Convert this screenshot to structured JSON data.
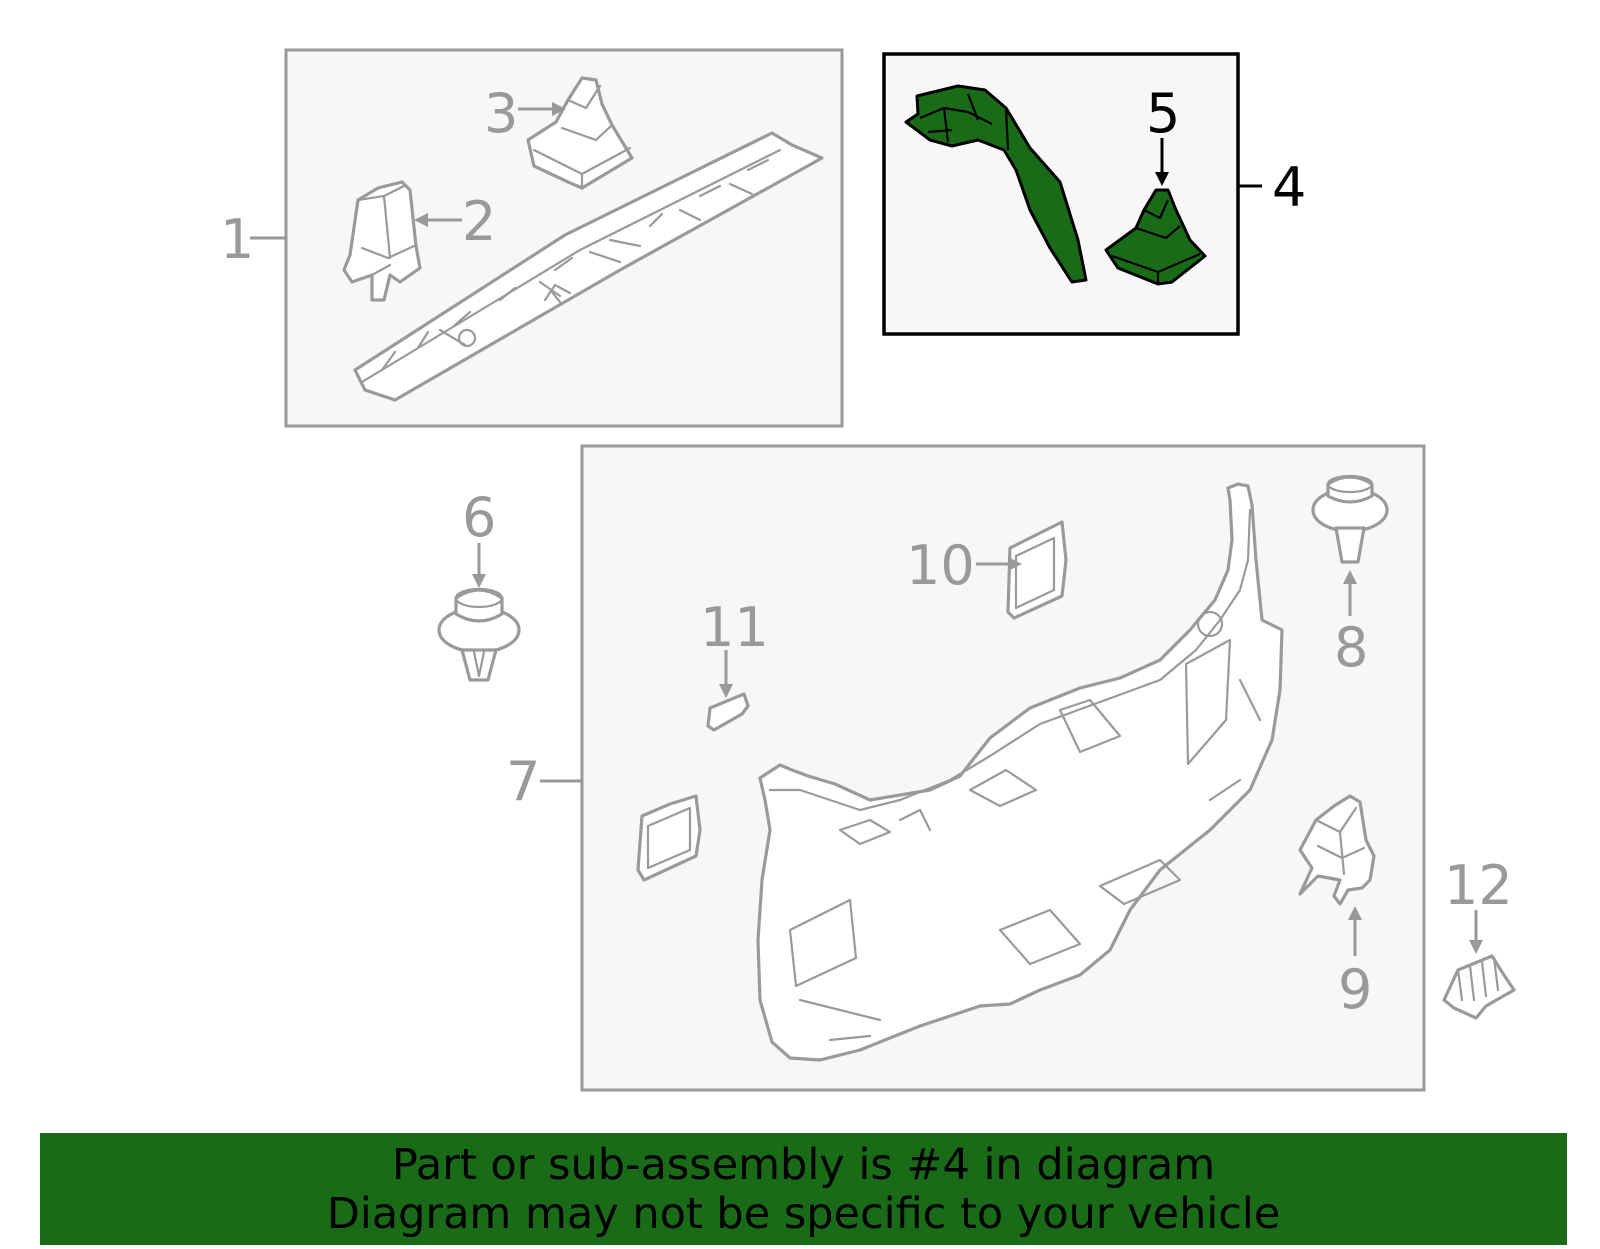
{
  "callouts": {
    "c1": "1",
    "c2": "2",
    "c3": "3",
    "c4": "4",
    "c5": "5",
    "c6": "6",
    "c7": "7",
    "c8": "8",
    "c9": "9",
    "c10": "10",
    "c11": "11",
    "c12": "12"
  },
  "highlight": {
    "part_number": "4",
    "fill_color": "#1a6b17",
    "box_color": "#000000"
  },
  "colors": {
    "group_box": "#f7f7f7",
    "line_gray": "#999999",
    "banner_bg": "#1a6b17"
  },
  "banner": {
    "line1": "Part or sub-assembly is #4 in diagram",
    "line2": "Diagram may not be specific to your vehicle"
  }
}
